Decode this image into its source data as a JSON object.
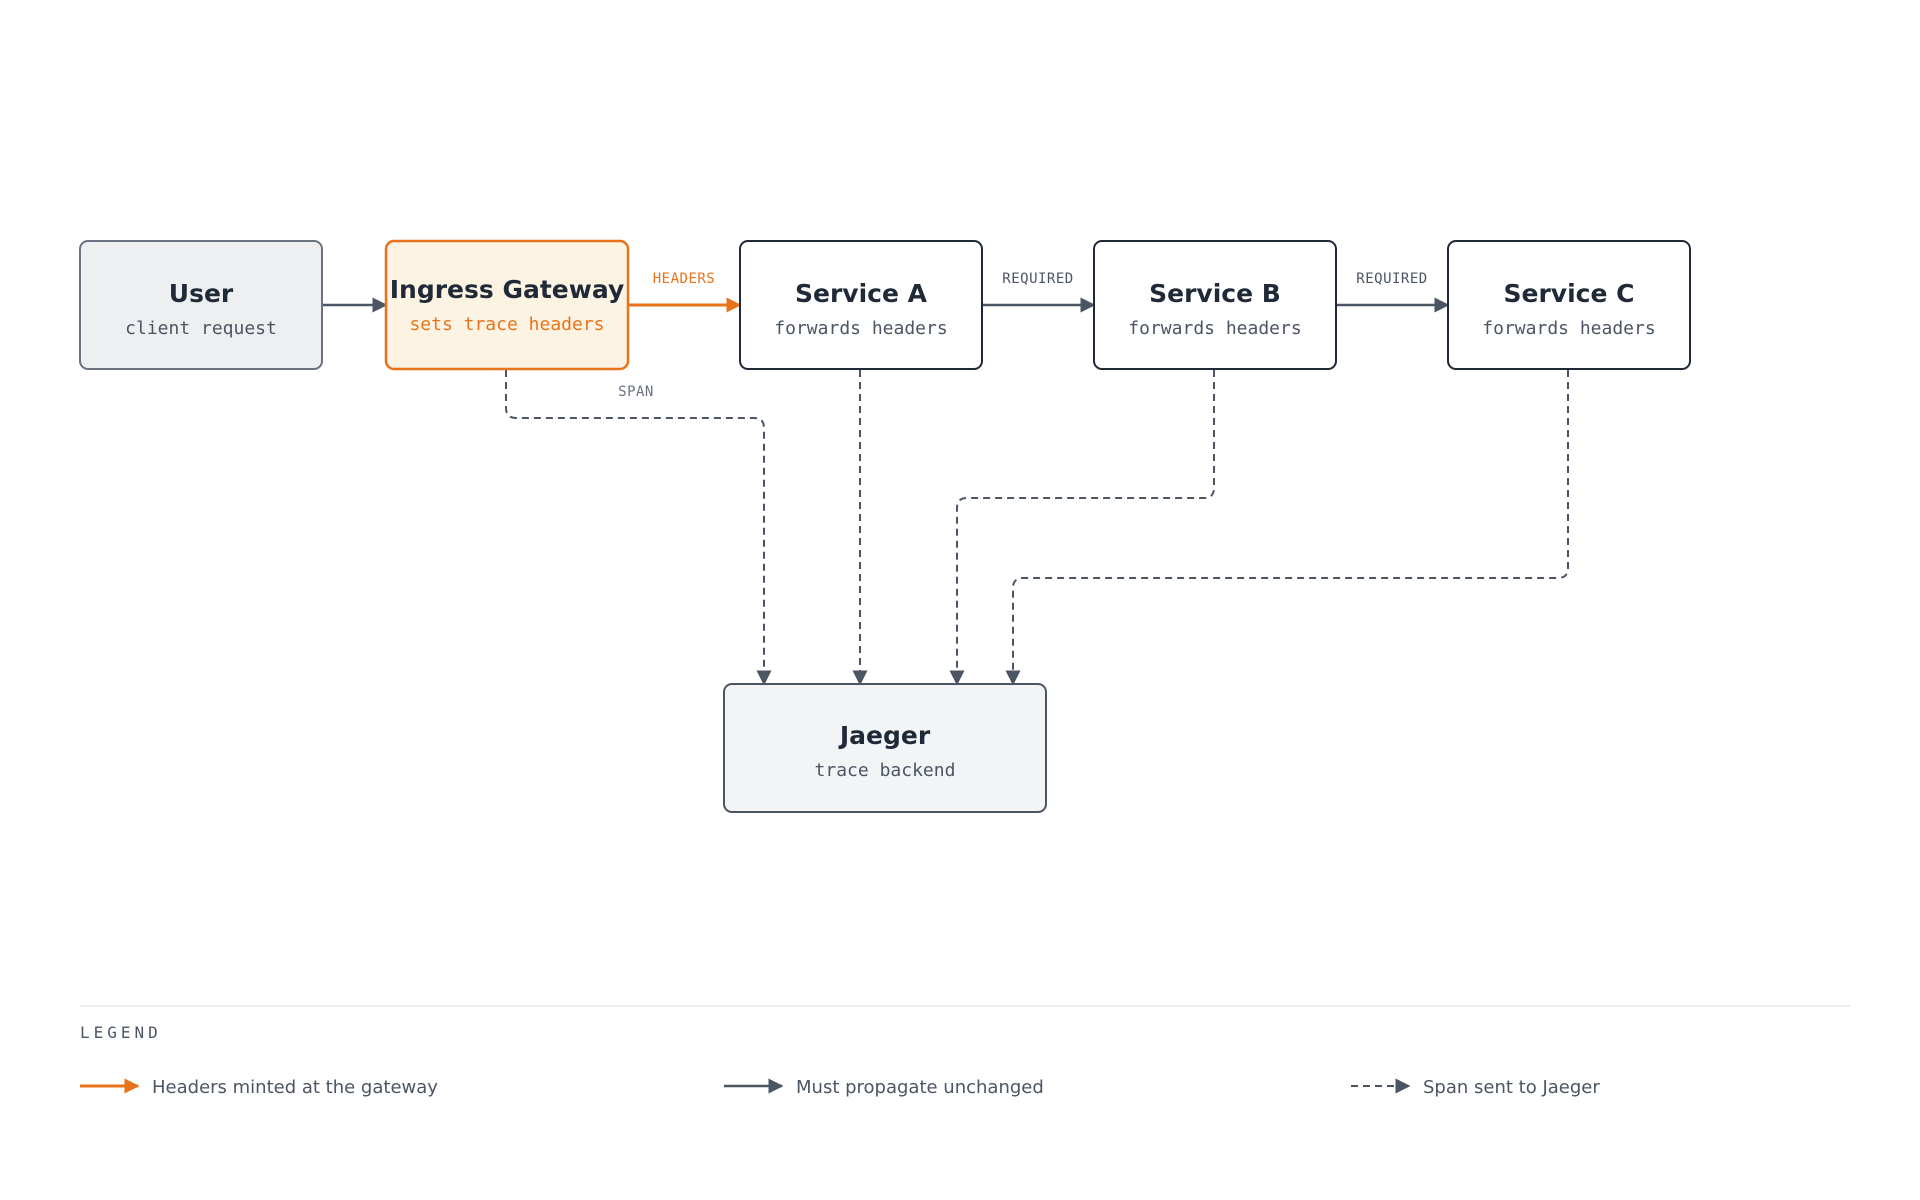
{
  "colors": {
    "accent": "#e8731a",
    "accent_fill": "#fdf3e3",
    "ink": "#1f2937",
    "edge": "#4b5563",
    "user_fill": "#eeeff1",
    "user_stroke": "#6b7280",
    "backend_fill": "#f3f4f6"
  },
  "nodes": {
    "user": {
      "title": "User",
      "subtitle": "client request"
    },
    "gateway": {
      "title": "Ingress Gateway",
      "subtitle": "sets trace headers"
    },
    "service_a": {
      "title": "Service A",
      "subtitle": "forwards headers"
    },
    "service_b": {
      "title": "Service B",
      "subtitle": "forwards headers"
    },
    "service_c": {
      "title": "Service C",
      "subtitle": "forwards headers"
    },
    "jaeger": {
      "title": "Jaeger",
      "subtitle": "trace backend"
    }
  },
  "edges": {
    "gateway_to_a": "HEADERS",
    "a_to_b": "REQUIRED",
    "b_to_c": "REQUIRED",
    "gateway_span": "SPAN"
  },
  "legend": {
    "heading": "LEGEND",
    "items": [
      {
        "label": "Headers minted at the gateway",
        "style": "orange-solid-arrow"
      },
      {
        "label": "Must propagate unchanged",
        "style": "gray-solid-arrow"
      },
      {
        "label": "Span sent to Jaeger",
        "style": "gray-dashed-arrow"
      }
    ]
  }
}
